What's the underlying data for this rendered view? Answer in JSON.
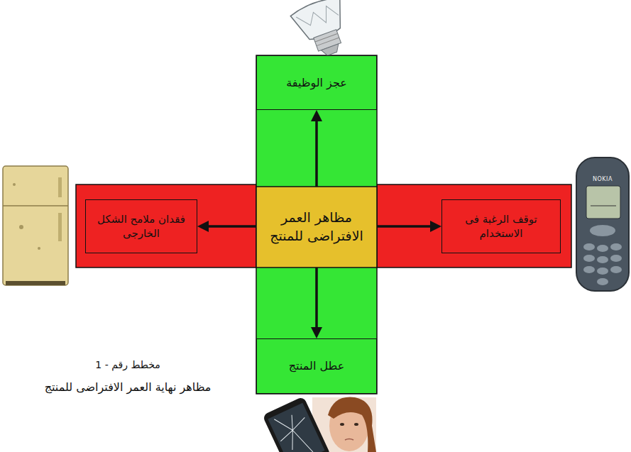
{
  "diagram": {
    "caption": "مظاهر نهاية العمر الافتراضى للمنتج",
    "nodes": [
      {
        "text": [
          "عجز الوظيفة"
        ]
      },
      {
        "text": [
          "فقدان ملامح الشكل الخارجى"
        ]
      },
      {
        "text": [
          "مظاهر العمر الافتراضى للمنتج"
        ]
      },
      {
        "text": [
          "توقف الرغبة فى الاستخدام"
        ]
      },
      {
        "text": [
          "عطل المنتج"
        ]
      }
    ],
    "edges": [
      {
        "from": 2,
        "to": 0,
        "arrow": "to"
      },
      {
        "from": 2,
        "to": 1,
        "arrow": "to"
      },
      {
        "from": 2,
        "to": 3,
        "arrow": "to"
      },
      {
        "from": 2,
        "to": 4,
        "arrow": "to"
      }
    ],
    "labels": [
      "مخطط رقم - 1",
      "NOKIA"
    ]
  }
}
